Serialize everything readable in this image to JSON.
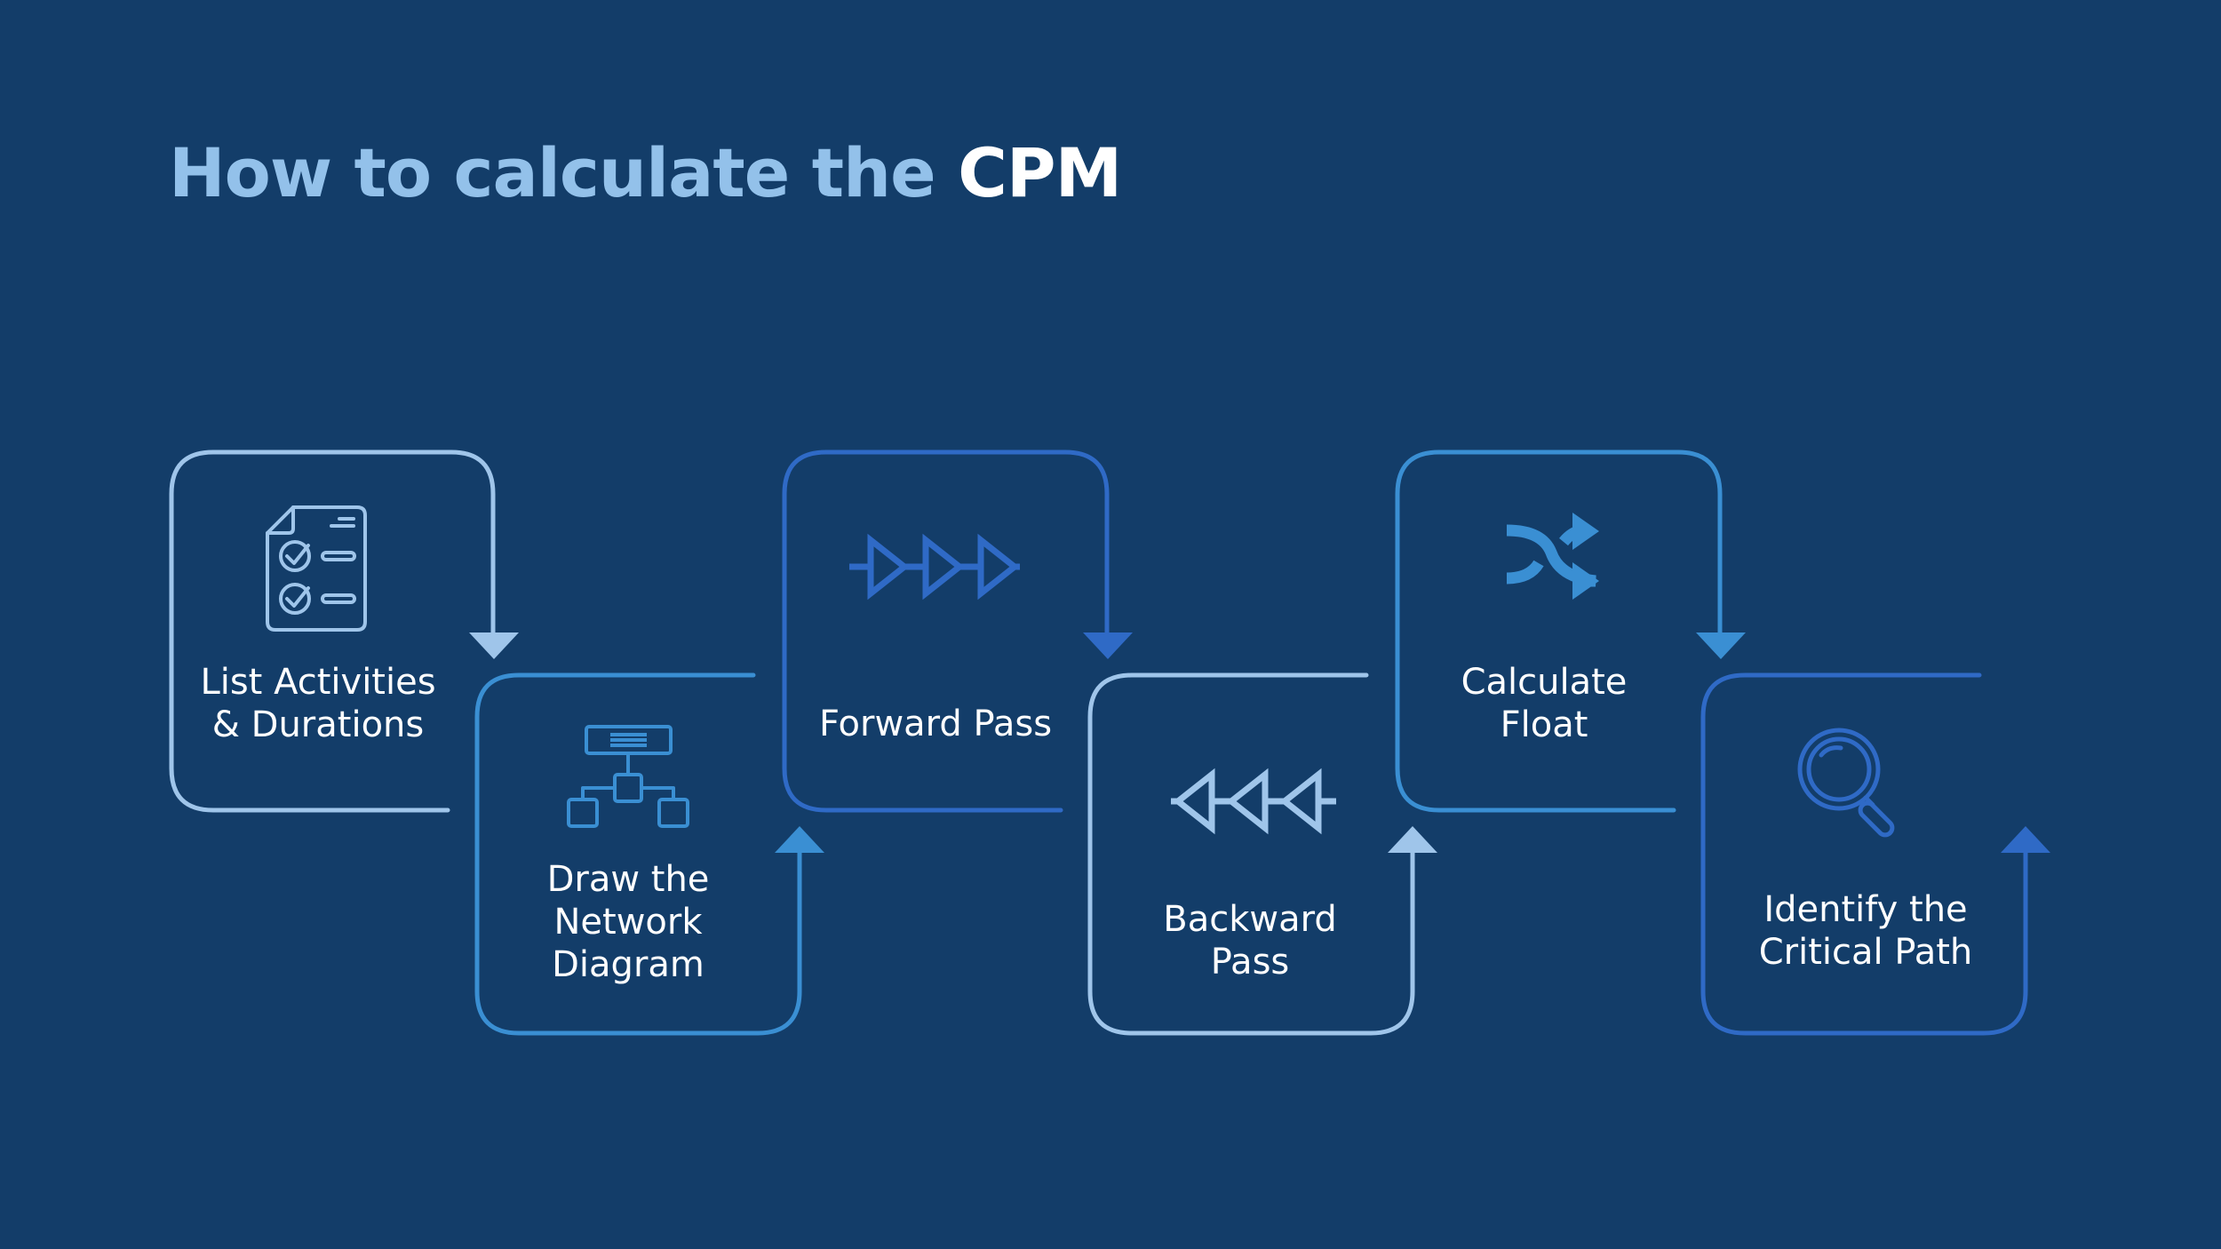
{
  "title": {
    "text_main": "How to calculate the ",
    "text_emphasis": "CPM"
  },
  "colors": {
    "background": "#133d69",
    "title": "#93c1ea",
    "title_emphasis": "#ffffff",
    "light_blue": "#9fc5ea",
    "medium_blue": "#3a8fd3",
    "deep_blue": "#2f6ac6"
  },
  "steps": [
    {
      "label": "List Activities\n& Durations",
      "icon": "checklist-icon",
      "color": "light_blue"
    },
    {
      "label": "Draw the\nNetwork\nDiagram",
      "icon": "network-diagram-icon",
      "color": "medium_blue"
    },
    {
      "label": "Forward Pass",
      "icon": "forward-arrows-icon",
      "color": "deep_blue"
    },
    {
      "label": "Backward\nPass",
      "icon": "backward-arrows-icon",
      "color": "light_blue"
    },
    {
      "label": "Calculate\nFloat",
      "icon": "shuffle-icon",
      "color": "medium_blue"
    },
    {
      "label": "Identify the\nCritical Path",
      "icon": "magnifier-icon",
      "color": "deep_blue"
    }
  ]
}
